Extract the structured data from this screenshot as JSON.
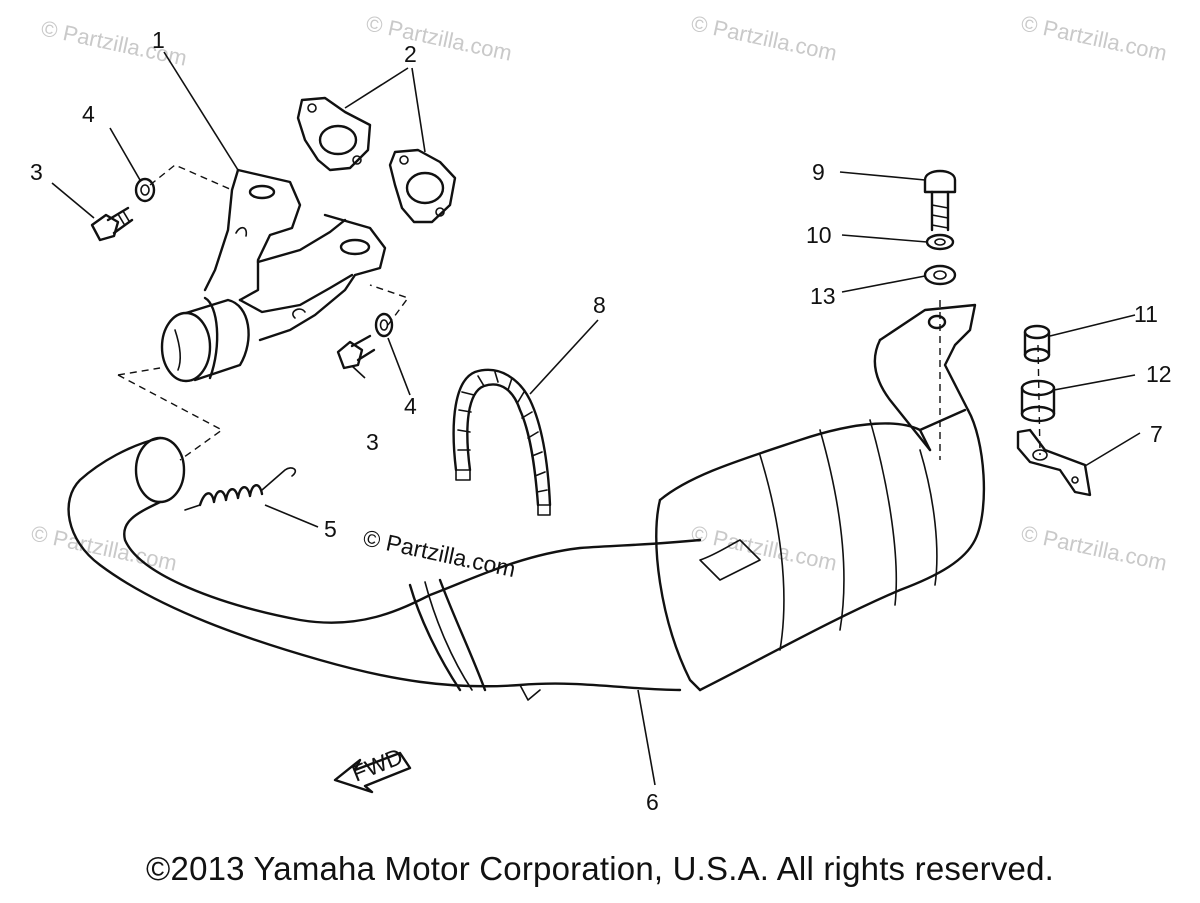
{
  "watermark": "© Partzilla.com",
  "copyright": "©2013 Yamaha Motor Corporation, U.S.A. All rights reserved.",
  "direction_label": "FWD",
  "callouts": {
    "c1": "1",
    "c2": "2",
    "c3a": "3",
    "c3b": "3",
    "c4a": "4",
    "c4b": "4",
    "c5": "5",
    "c6": "6",
    "c7": "7",
    "c8": "8",
    "c9": "9",
    "c10": "10",
    "c11": "11",
    "c12": "12",
    "c13": "13"
  }
}
